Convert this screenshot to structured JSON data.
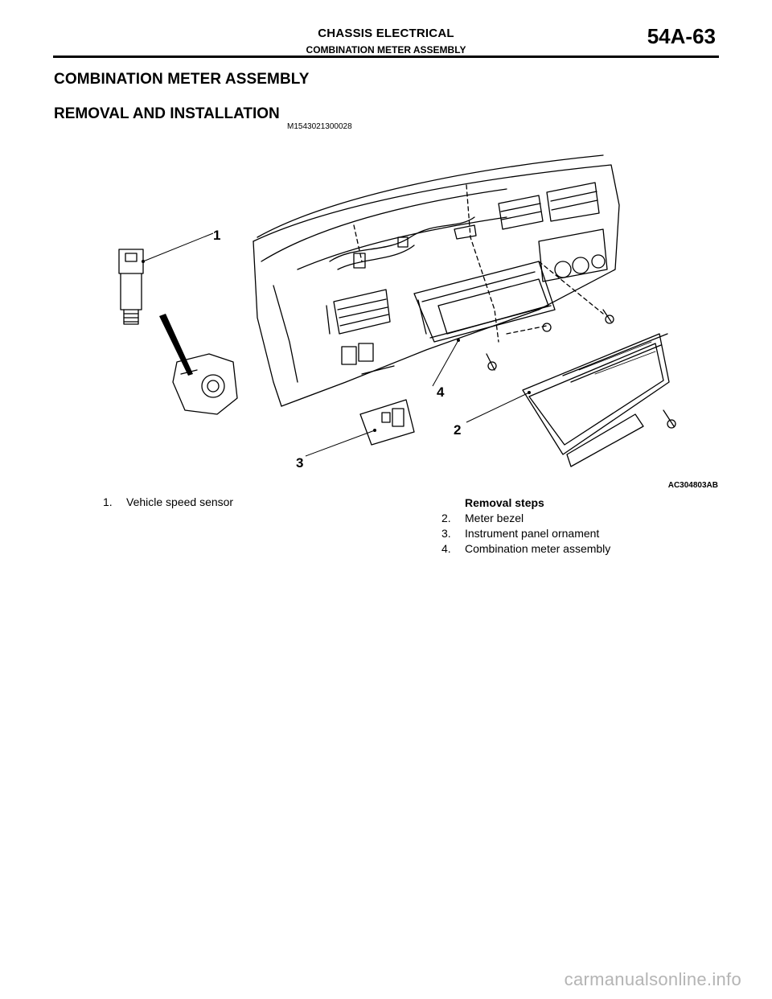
{
  "header": {
    "section": "CHASSIS ELECTRICAL",
    "subsection": "COMBINATION METER ASSEMBLY",
    "page_number": "54A-63"
  },
  "title": "COMBINATION METER ASSEMBLY",
  "subtitle": "REMOVAL AND INSTALLATION",
  "doc_code": "M1543021300028",
  "figure": {
    "id": "AC304803AB",
    "callouts": [
      "1",
      "2",
      "3",
      "4"
    ]
  },
  "legend": {
    "left_items": [
      {
        "num": "1.",
        "label": "Vehicle speed sensor"
      }
    ],
    "steps_heading": "Removal steps",
    "steps": [
      {
        "num": "2.",
        "label": "Meter bezel"
      },
      {
        "num": "3.",
        "label": "Instrument panel ornament"
      },
      {
        "num": "4.",
        "label": "Combination meter assembly"
      }
    ]
  },
  "watermark": "carmanualsonline.info"
}
